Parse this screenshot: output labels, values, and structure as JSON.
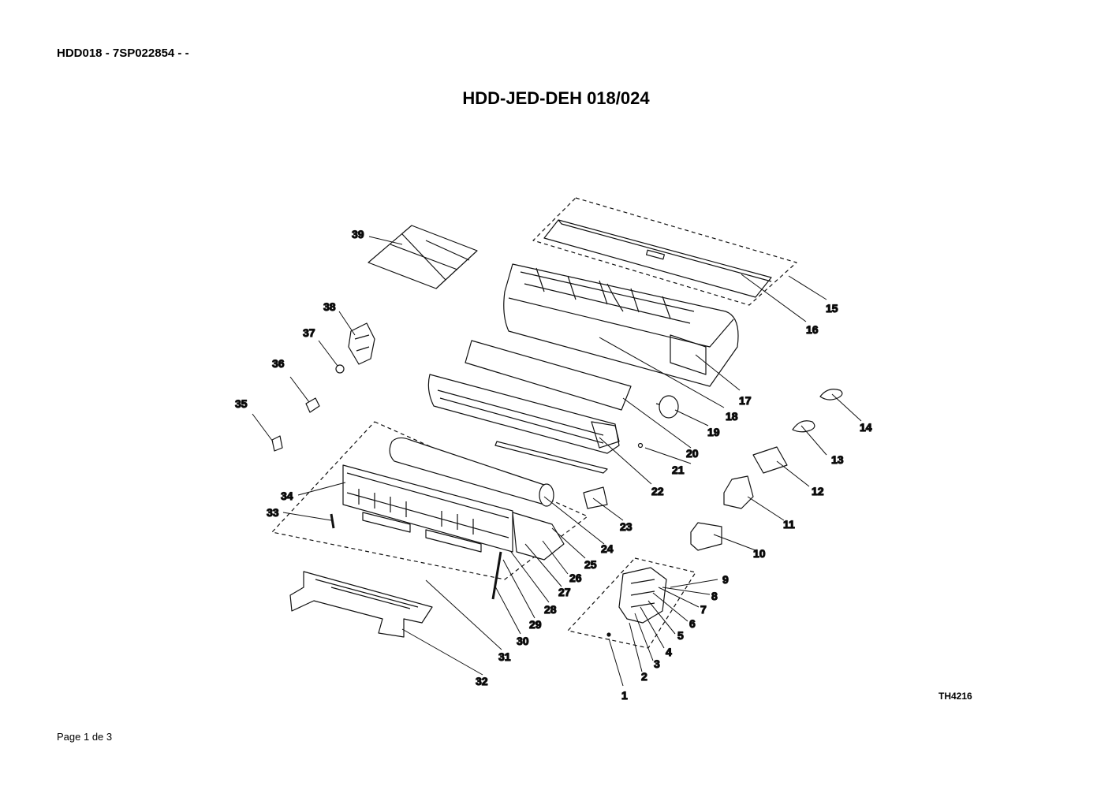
{
  "header": {
    "doc_code": "HDD018 - 7SP022854 -  -"
  },
  "title": "HDD-JED-DEH 018/024",
  "drawing_ref": "TH4216",
  "footer": {
    "page": "Page 1 de 3"
  },
  "callouts": [
    "1",
    "2",
    "3",
    "4",
    "5",
    "6",
    "7",
    "8",
    "9",
    "10",
    "11",
    "12",
    "13",
    "14",
    "15",
    "16",
    "17",
    "18",
    "19",
    "20",
    "21",
    "22",
    "23",
    "24",
    "25",
    "26",
    "27",
    "28",
    "29",
    "30",
    "31",
    "32",
    "33",
    "34",
    "35",
    "36",
    "37",
    "38",
    "39"
  ]
}
